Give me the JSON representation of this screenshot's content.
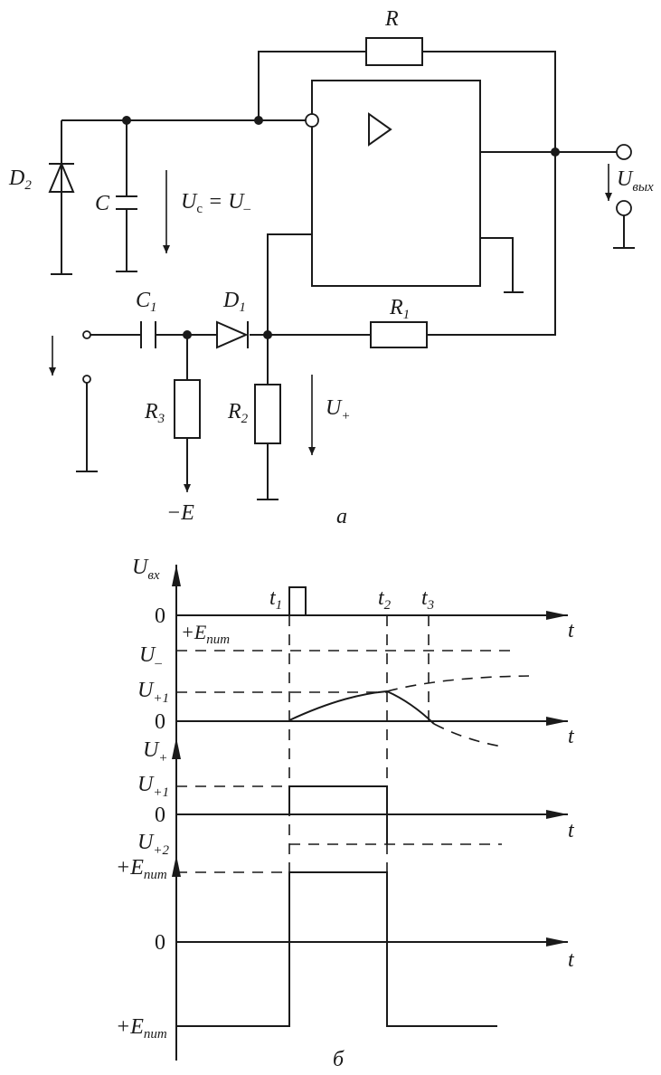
{
  "circuit": {
    "resistor_feedback": "R",
    "resistor_r1": {
      "main": "R",
      "sub": "1"
    },
    "resistor_r2": {
      "main": "R",
      "sub": "2"
    },
    "resistor_r3": {
      "main": "R",
      "sub": "3"
    },
    "capacitor_c": "C",
    "capacitor_c1": {
      "main": "C",
      "sub": "1"
    },
    "diode_d1": {
      "main": "D",
      "sub": "1"
    },
    "diode_d2": {
      "main": "D",
      "sub": "2"
    },
    "voltage_uc": {
      "main": "U",
      "sub": "c",
      "rest": "= U",
      "sub2": "–"
    },
    "voltage_uplus": {
      "main": "U",
      "sub": "+"
    },
    "voltage_out": {
      "main": "U",
      "sub": "вых"
    },
    "supply_neg": "−E",
    "caption": "а"
  },
  "timing": {
    "label_uin": {
      "main": "U",
      "sub": "вх"
    },
    "label_uminus": {
      "main": "U",
      "sub": "–"
    },
    "label_uplus": {
      "main": "U",
      "sub": "+"
    },
    "label_u_plus1_a": {
      "main": "U",
      "sub": "+1"
    },
    "label_u_plus1_b": {
      "main": "U",
      "sub": "+1"
    },
    "label_u_plus2": {
      "main": "U",
      "sub": "+2"
    },
    "label_epit_a": {
      "main": "+E",
      "sub": "пит"
    },
    "label_epit_b": {
      "main": "+E",
      "sub": "пит"
    },
    "label_epit_c": {
      "main": "+E",
      "sub": "пит"
    },
    "zero": "0",
    "axis_t": "t",
    "t1": {
      "main": "t",
      "sub": "1"
    },
    "t2": {
      "main": "t",
      "sub": "2"
    },
    "t3": {
      "main": "t",
      "sub": "3"
    },
    "caption": "б"
  }
}
